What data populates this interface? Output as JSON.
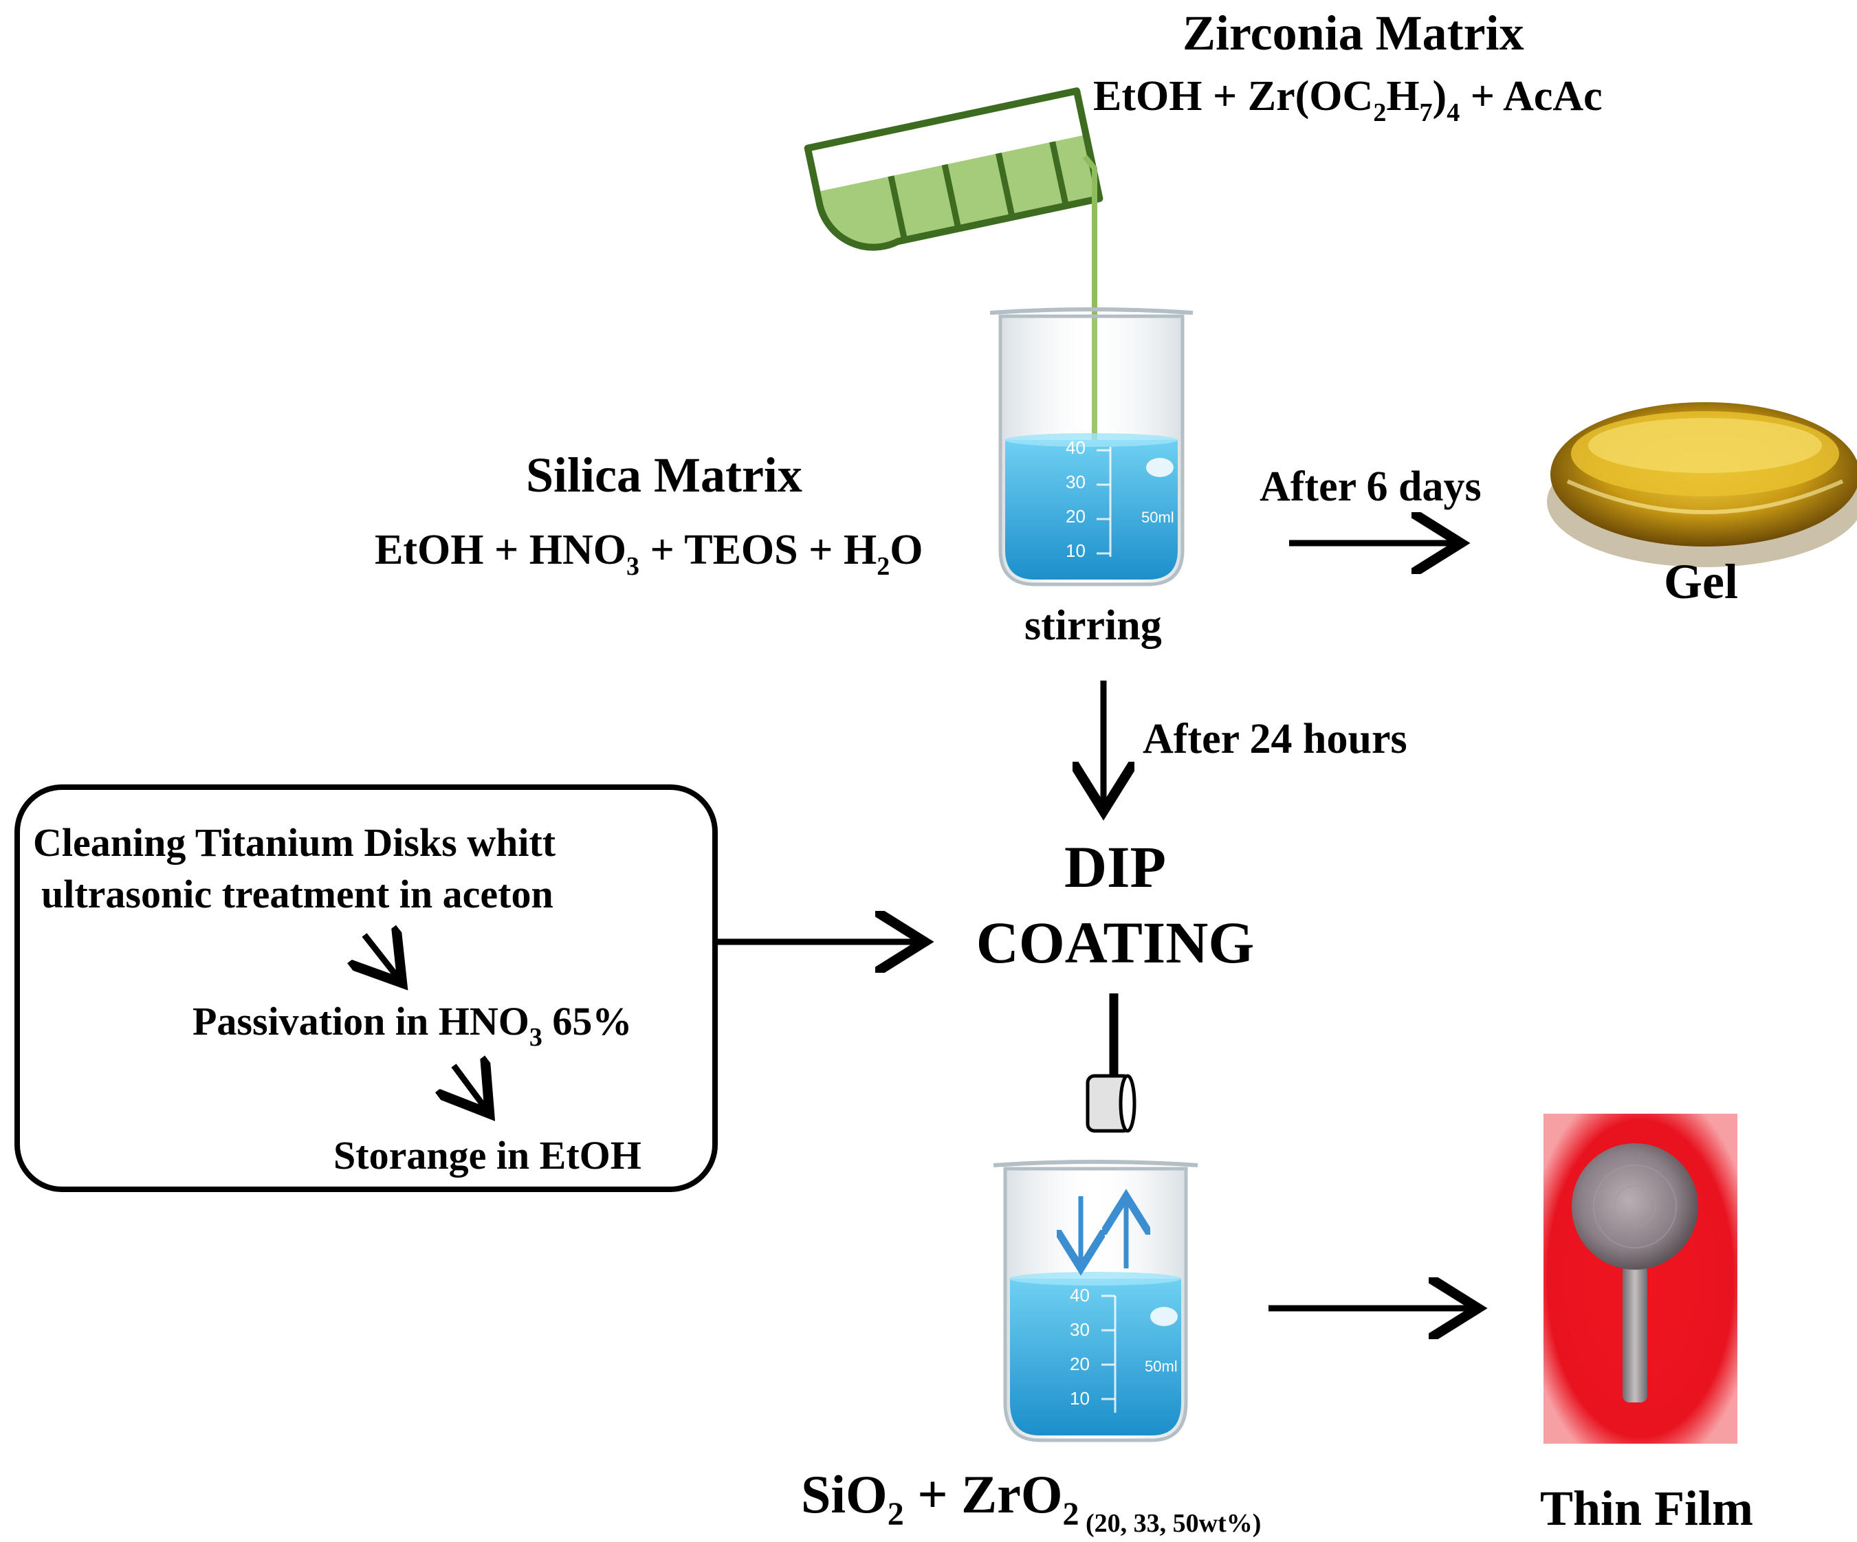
{
  "zirconia": {
    "title": "Zirconia Matrix",
    "formula": {
      "p1": "EtOH + Zr(OC",
      "s1": "2",
      "p2": "H",
      "s2": "7",
      "p3": ")",
      "s3": "4",
      "p4": " + AcAc"
    }
  },
  "silica": {
    "title": "Silica Matrix",
    "formula": {
      "p1": "EtOH + HNO",
      "s1": "3",
      "p2": " + TEOS + H",
      "s2": "2",
      "p3": "O"
    }
  },
  "beaker_top": {
    "label": "stirring",
    "marks": [
      "40",
      "30",
      "20",
      "10"
    ],
    "volume": "50ml"
  },
  "gel": {
    "arrow_label": "After 6 days",
    "label": "Gel"
  },
  "down_arrow_label": "After 24 hours",
  "dip_coating": {
    "line1": "DIP",
    "line2": "COATING"
  },
  "cleaning_box": {
    "line1": "Cleaning Titanium Disks whitt",
    "line2": "ultrasonic treatment in aceton",
    "step2": {
      "p1": "Passivation in HNO",
      "s1": "3",
      "p2": " 65%"
    },
    "step3": "Storange in EtOH"
  },
  "beaker_bottom": {
    "marks": [
      "40",
      "30",
      "20",
      "10"
    ],
    "volume": "50ml",
    "formula": {
      "p1": "SiO",
      "s1": "2",
      "p2": " + ZrO",
      "s2": "2",
      "p3": " (20, 33, 50wt%)"
    }
  },
  "thin_film": {
    "label": "Thin Film"
  },
  "colors": {
    "liquid_blue": "#2ea6d9",
    "zirconia_green": "#a5cc7a",
    "tube_outline": "#3d6b1f",
    "dip_arrow_blue": "#3b8ed0",
    "gel_amber": "#c9a020",
    "film_background": "#e8131f"
  }
}
